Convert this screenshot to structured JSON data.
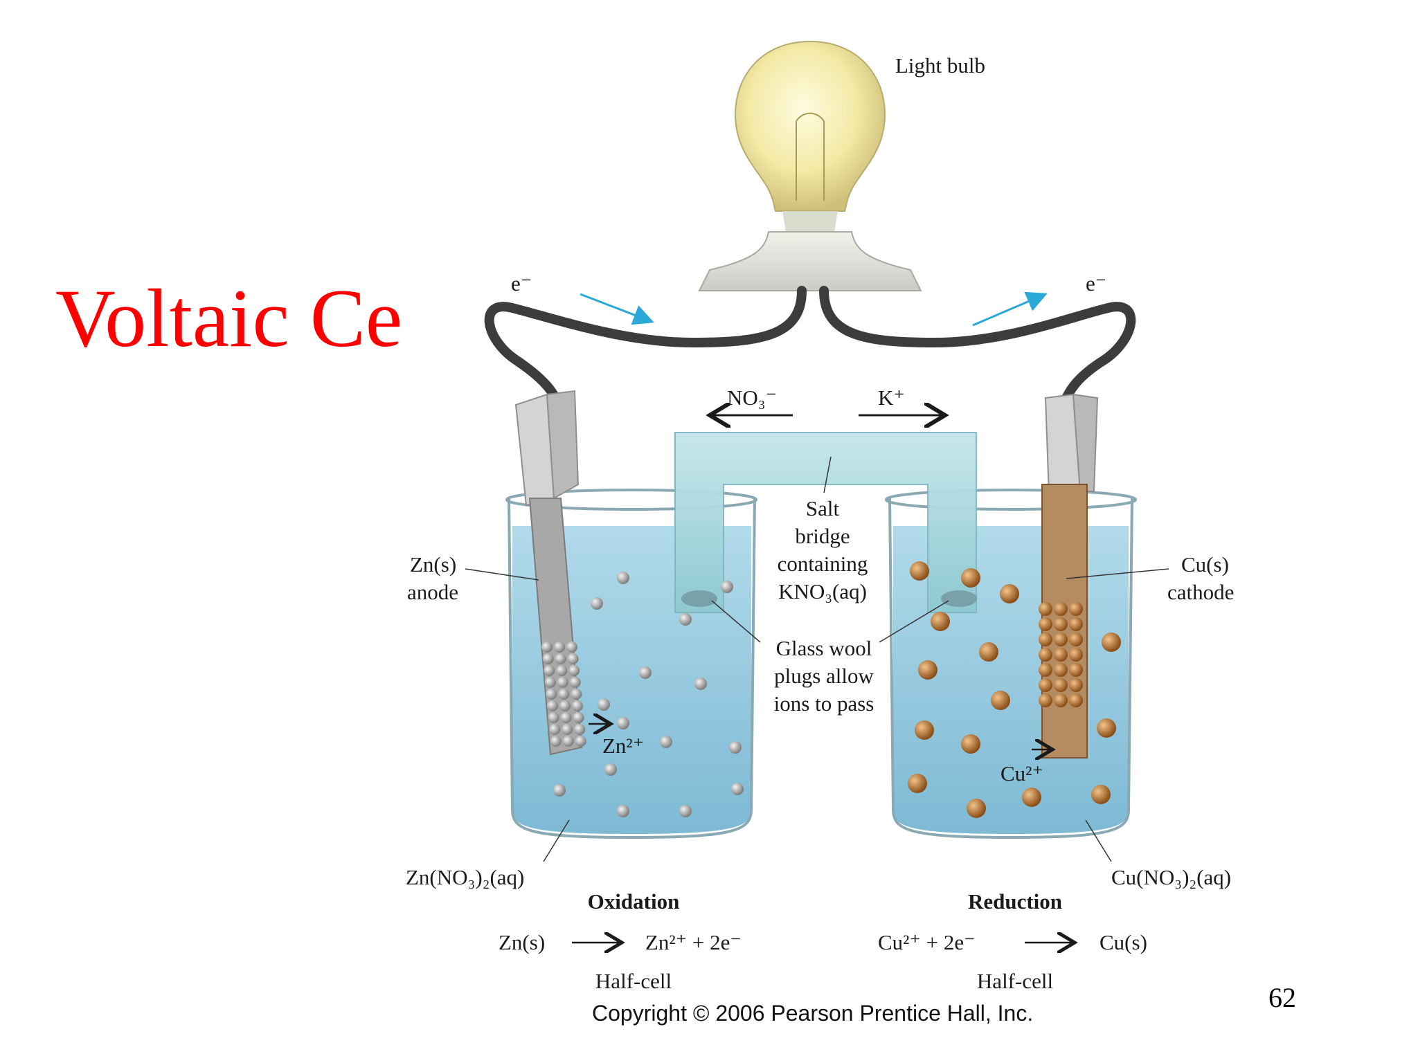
{
  "slide": {
    "title": "Voltaic Ce",
    "page_number": "62",
    "copyright": "Copyright © 2006 Pearson Prentice Hall, Inc."
  },
  "diagram": {
    "light_bulb": "Light bulb",
    "electron_left": "e⁻",
    "electron_right": "e⁻",
    "anion_flow": "NO₃⁻",
    "cation_flow": "K⁺",
    "salt_bridge": [
      "Salt",
      "bridge",
      "containing",
      "KNO₃(aq)"
    ],
    "glass_wool": [
      "Glass wool",
      "plugs allow",
      "ions to pass"
    ],
    "anode": [
      "Zn(s)",
      "anode"
    ],
    "cathode": [
      "Cu(s)",
      "cathode"
    ],
    "zn_ion": "Zn²⁺",
    "cu_ion": "Cu²⁺",
    "left_solution": "Zn(NO₃)₂(aq)",
    "right_solution": "Cu(NO₃)₂(aq)",
    "oxidation": {
      "heading": "Oxidation",
      "reactant": "Zn(s)",
      "products": "Zn²⁺ + 2e⁻",
      "caption": "Half-cell"
    },
    "reduction": {
      "heading": "Reduction",
      "reactants": "Cu²⁺ + 2e⁻",
      "product": "Cu(s)",
      "caption": "Half-cell"
    }
  },
  "colors": {
    "title": "#ff0000",
    "solution": "#8fc6dd",
    "salt_bridge": "#a9d8df",
    "zinc": "#a8a8a8",
    "copper": "#b8742f",
    "electron_arrow": "#2aa8d8",
    "wire": "#3c3c3c"
  },
  "icons": [
    "light-bulb-icon",
    "alligator-clip-icon",
    "beaker-icon"
  ]
}
